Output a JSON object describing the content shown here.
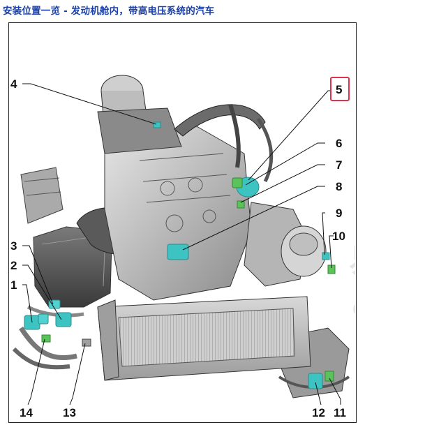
{
  "header": {
    "title": "安装位置一览 - 发动机舱内，带高电压系统的汽车"
  },
  "callouts": [
    {
      "label": "1"
    },
    {
      "label": "2"
    },
    {
      "label": "3"
    },
    {
      "label": "4"
    },
    {
      "label": "5",
      "highlighted": true
    },
    {
      "label": "6"
    },
    {
      "label": "7"
    },
    {
      "label": "8"
    },
    {
      "label": "9"
    },
    {
      "label": "10"
    },
    {
      "label": "11"
    },
    {
      "label": "12"
    },
    {
      "label": "13"
    },
    {
      "label": "14"
    }
  ],
  "watermark": {
    "glyph": "易汽",
    "text": "car388"
  },
  "colors": {
    "title": "#1a3fa6",
    "highlight_border": "#e0324a",
    "component_cyan": "#3ec3c3",
    "component_green": "#5cc35c",
    "engine_gray": "#9a9a9a"
  }
}
